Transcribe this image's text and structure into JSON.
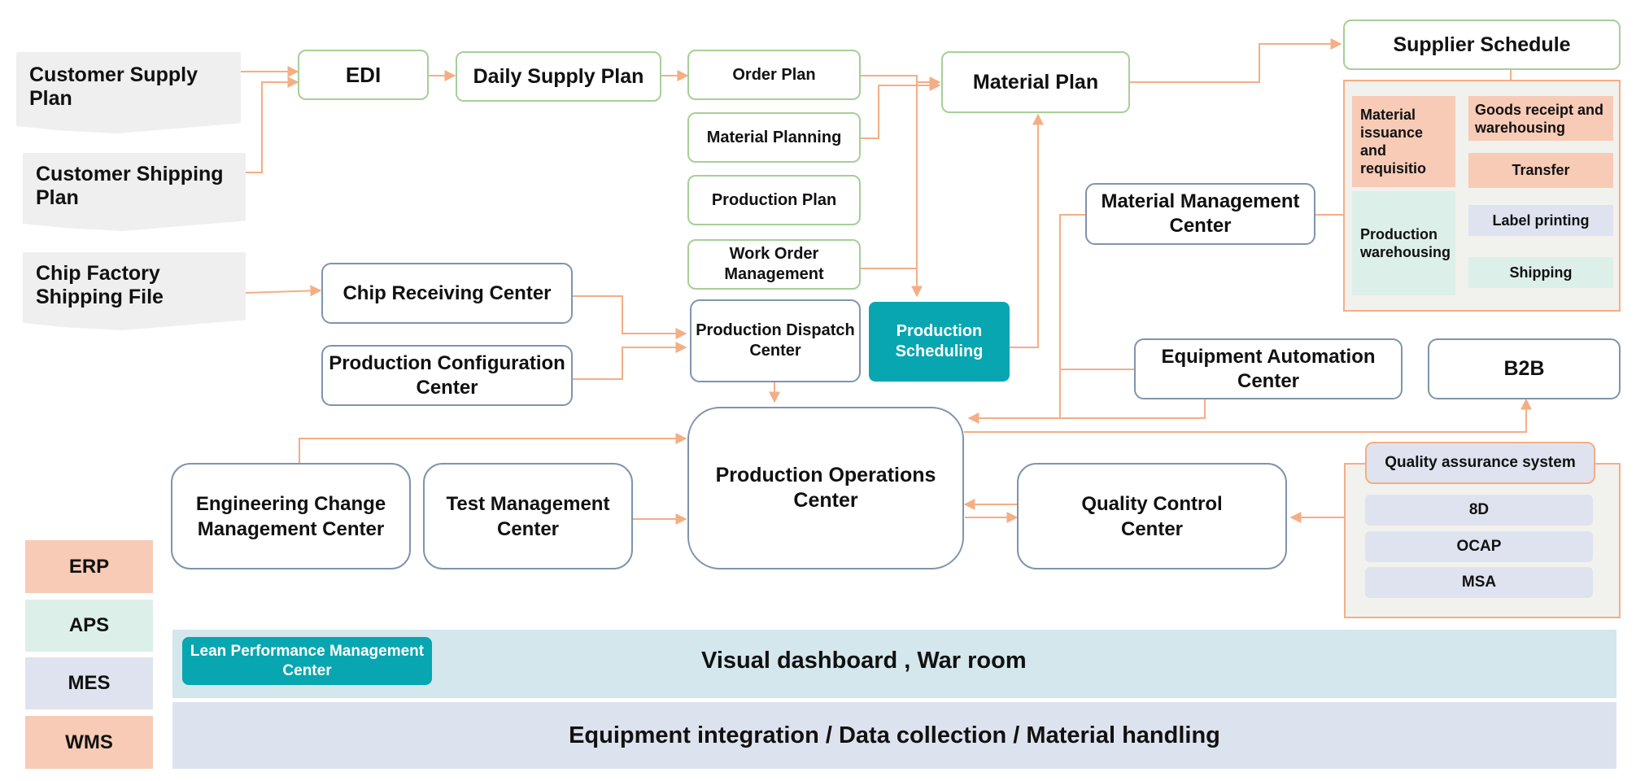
{
  "legend": {
    "erp": "ERP",
    "aps": "APS",
    "mes": "MES",
    "wms": "WMS"
  },
  "inputs": {
    "customer_supply_plan": "Customer Supply Plan",
    "customer_shipping_plan": "Customer Shipping Plan",
    "chip_factory_shipping_file": "Chip Factory Shipping File"
  },
  "planning": {
    "edi": "EDI",
    "daily_supply_plan": "Daily Supply Plan",
    "order_plan": "Order Plan",
    "material_planning": "Material Planning",
    "production_plan": "Production Plan",
    "work_order_management": "Work Order Management",
    "material_plan": "Material Plan",
    "supplier_schedule": "Supplier Schedule",
    "production_scheduling": "Production Scheduling"
  },
  "wms_panel": {
    "material_issuance": "Material issuance and requisitio",
    "goods_receipt": "Goods receipt and warehousing",
    "transfer": "Transfer",
    "production_warehousing": "Production warehousing",
    "label_printing": "Label printing",
    "shipping": "Shipping"
  },
  "centers": {
    "chip_receiving": "Chip Receiving Center",
    "production_configuration": "Production Configuration Center",
    "production_dispatch": "Production Dispatch Center",
    "material_management": "Material Management Center",
    "equipment_automation": "Equipment Automation Center",
    "b2b": "B2B",
    "production_operations": "Production Operations Center",
    "engineering_change": "Engineering Change Management Center",
    "test_management": "Test Management Center",
    "quality_control": "Quality Control Center"
  },
  "qa_panel": {
    "title": "Quality assurance system",
    "items": [
      "8D",
      "OCAP",
      "MSA"
    ]
  },
  "bottom": {
    "lean_performance": "Lean Performance Management Center",
    "visual_dashboard": "Visual dashboard , War room",
    "equipment_integration": "Equipment integration / Data collection / Material handling"
  },
  "colors": {
    "arrow": "#f4ae85",
    "green_border": "#a6cf98",
    "blue_border": "#7f94ad",
    "teal": "#08a6b0",
    "erp_wms": "#f8cbb6",
    "aps": "#ddefe9",
    "mes": "#dfe3ef"
  }
}
